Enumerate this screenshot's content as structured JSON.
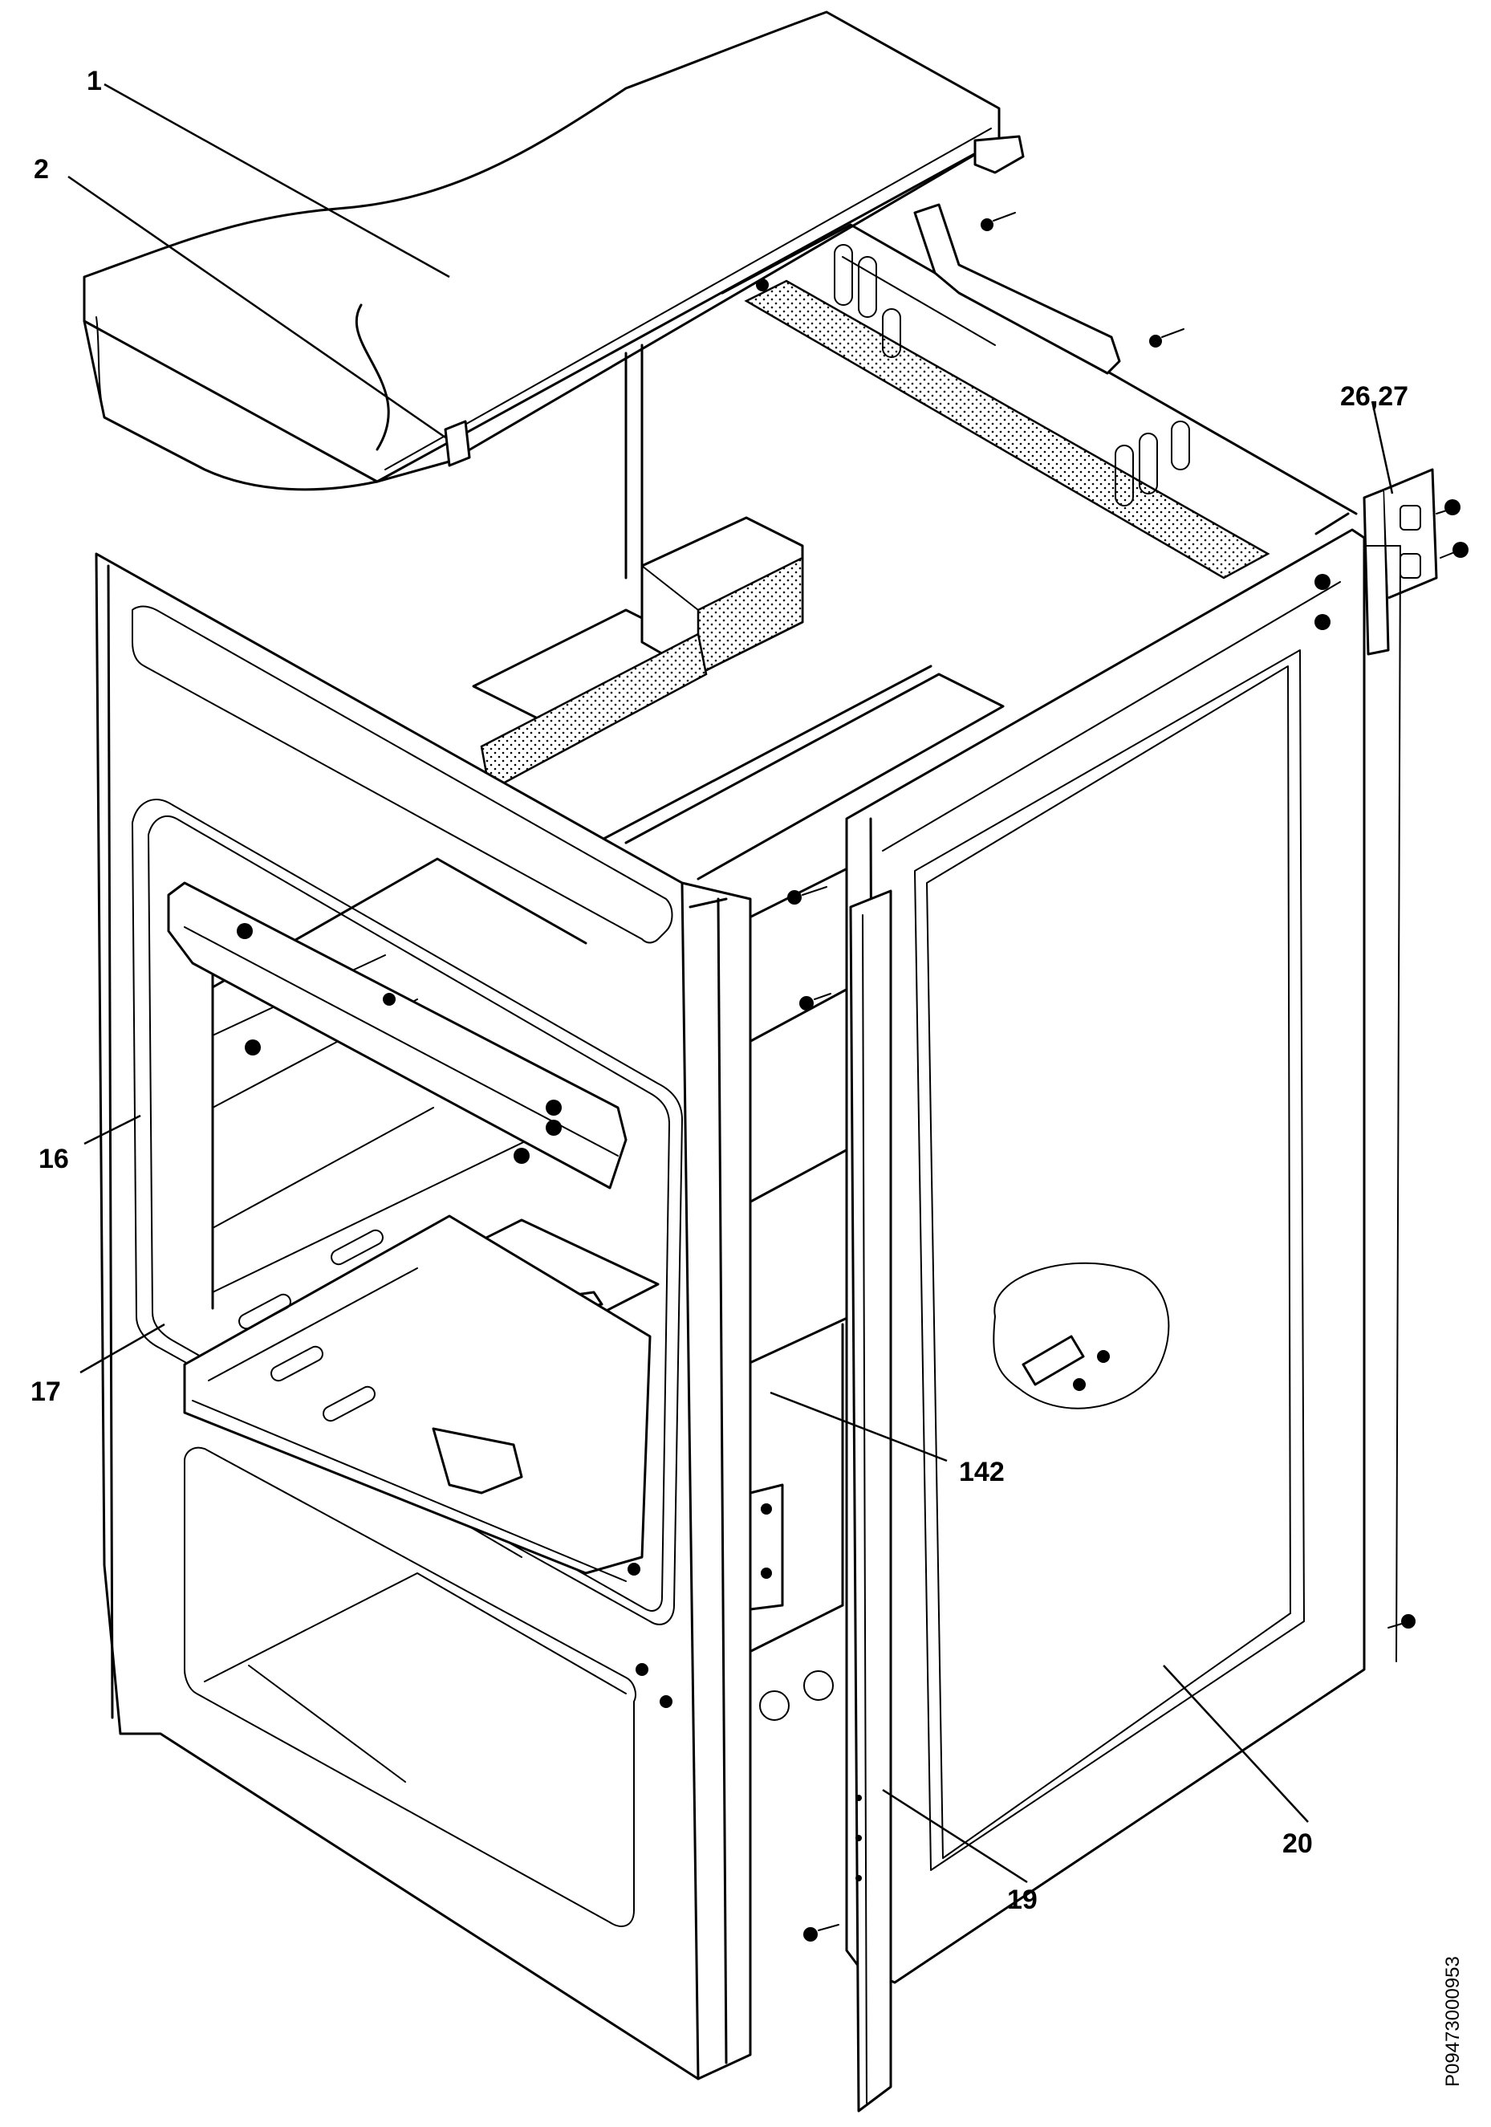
{
  "document_code": "P09473000953",
  "callouts": [
    {
      "id": "1",
      "text": "1"
    },
    {
      "id": "2",
      "text": "2"
    },
    {
      "id": "26_27",
      "text": "26,27"
    },
    {
      "id": "16",
      "text": "16"
    },
    {
      "id": "17",
      "text": "17"
    },
    {
      "id": "142",
      "text": "142"
    },
    {
      "id": "19",
      "text": "19"
    },
    {
      "id": "20",
      "text": "20"
    }
  ]
}
